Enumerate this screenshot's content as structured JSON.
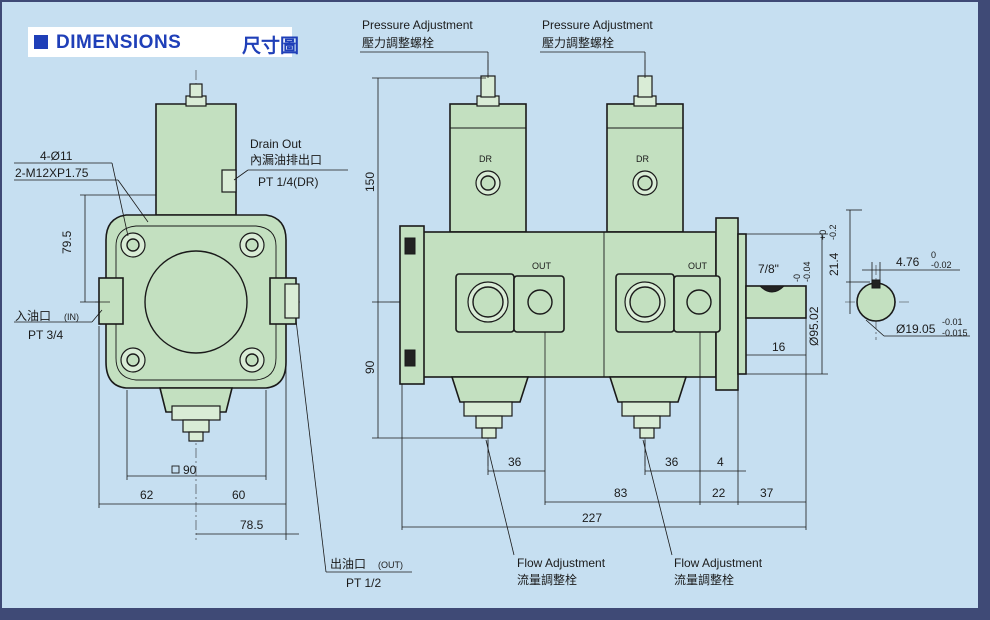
{
  "header": {
    "title": "DIMENSIONS",
    "title_zh": "尺寸圖"
  },
  "front_view": {
    "hole_spec": "4-Ø11",
    "thread_spec": "2-M12XP1.75",
    "drain_label_en": "Drain Out",
    "drain_label_zh": "內漏油排出口",
    "drain_port": "PT 1/4(DR)",
    "inlet_label_zh": "入油口",
    "inlet_label_tag": "(IN)",
    "inlet_port": "PT 3/4",
    "outlet_label_zh": "出油口",
    "outlet_label_tag": "(OUT)",
    "outlet_port": "PT 1/2",
    "dims": {
      "height_79_5": "79.5",
      "square_90": "90",
      "left_62": "62",
      "right_60": "60",
      "offset_78_5": "78.5"
    }
  },
  "side_view": {
    "pressure_adj_en": "Pressure Adjustment",
    "pressure_adj_zh": "壓力調整螺栓",
    "flow_adj_en": "Flow Adjustment",
    "flow_adj_zh": "流量調整栓",
    "dr_label": "DR",
    "out_label": "OUT",
    "dims": {
      "height_150": "150",
      "height_90": "90",
      "width_36a": "36",
      "width_36b": "36",
      "width_4": "4",
      "width_83": "83",
      "width_22": "22",
      "width_37": "37",
      "total_227": "227",
      "shaft_16": "16",
      "pilot_dia": "Ø95.02",
      "pilot_tol_up": "-0",
      "pilot_tol_low": "-0.04",
      "taper": "7/8\""
    }
  },
  "shaft_detail": {
    "key_height": "21.4",
    "key_height_tol_up": "+0",
    "key_height_tol_low": "-0.2",
    "key_width": "4.76",
    "key_width_tol_up": "0",
    "key_width_tol_low": "-0.02",
    "shaft_dia": "Ø19.05",
    "shaft_dia_tol_up": "-0.01",
    "shaft_dia_tol_low": "-0.015"
  },
  "colors": {
    "sheet": "#c6dff1",
    "frame": "#3f4a76",
    "body": "#c3e0c0",
    "header_text": "#1f3fb8"
  }
}
